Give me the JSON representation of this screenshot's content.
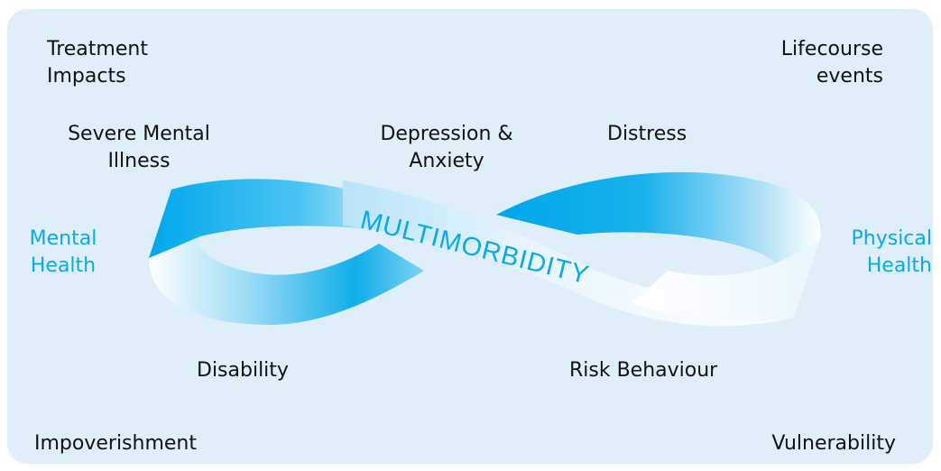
{
  "colors": {
    "background": "#dfeffa",
    "accent": "#0aa9e8",
    "text": "#111111"
  },
  "labels": {
    "treatment_impacts": "Treatment\nImpacts",
    "lifecourse_events": "Lifecourse\nevents",
    "severe_mental_illness": "Severe Mental\nIllness",
    "depression_anxiety": "Depression &\nAnxiety",
    "distress": "Distress",
    "mental_health": "Mental\nHealth",
    "physical_health": "Physical\nHealth",
    "disability": "Disability",
    "risk_behaviour": "Risk Behaviour",
    "impoverishment": "Impoverishment",
    "vulnerability": "Vulnerability",
    "multimorbidity": "MULTIMORBIDITY"
  }
}
